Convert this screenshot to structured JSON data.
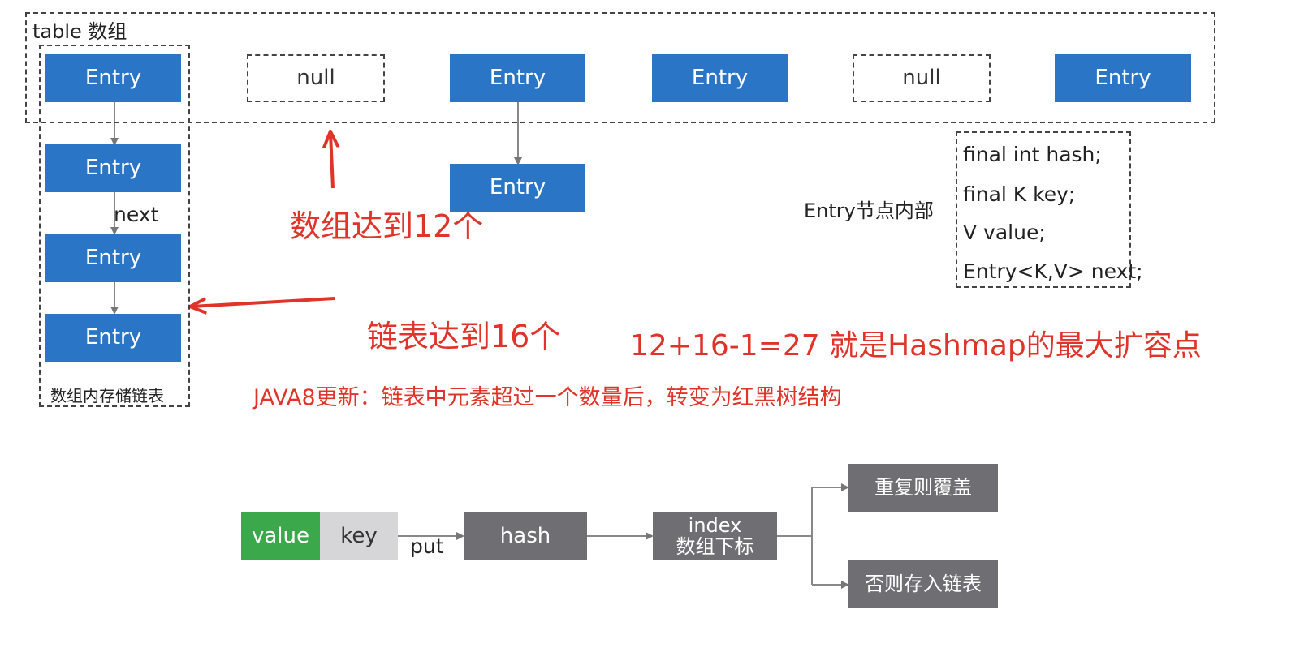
{
  "table": {
    "label": "table 数组",
    "slots": [
      "Entry",
      "null",
      "Entry",
      "Entry",
      "null",
      "Entry"
    ]
  },
  "chain": {
    "entries": [
      "Entry",
      "Entry",
      "Entry"
    ],
    "next_label": "next",
    "caption": "数组内存储链表"
  },
  "slot3_child": "Entry",
  "entry_internals": {
    "label": "Entry节点内部",
    "fields": [
      "final int hash;",
      "final K key;",
      "V value;",
      "Entry<K,V> next;"
    ]
  },
  "annotations": {
    "array_threshold": "数组达到12个",
    "list_threshold": "链表达到16个",
    "max_resize": "12+16-1=27 就是Hashmap的最大扩容点",
    "java8_note": "JAVA8更新：链表中元素超过一个数量后，转变为红黑树结构"
  },
  "flow": {
    "value": "value",
    "key": "key",
    "put": "put",
    "hash": "hash",
    "index_line1": "index",
    "index_line2": "数组下标",
    "overwrite": "重复则覆盖",
    "append": "否则存入链表"
  },
  "colors": {
    "entry_blue": "#2b75c7",
    "flow_gray": "#6f6f73",
    "value_green": "#3aa84b",
    "key_lightgray": "#d6d6d8",
    "annotation_red": "#e0342a"
  }
}
